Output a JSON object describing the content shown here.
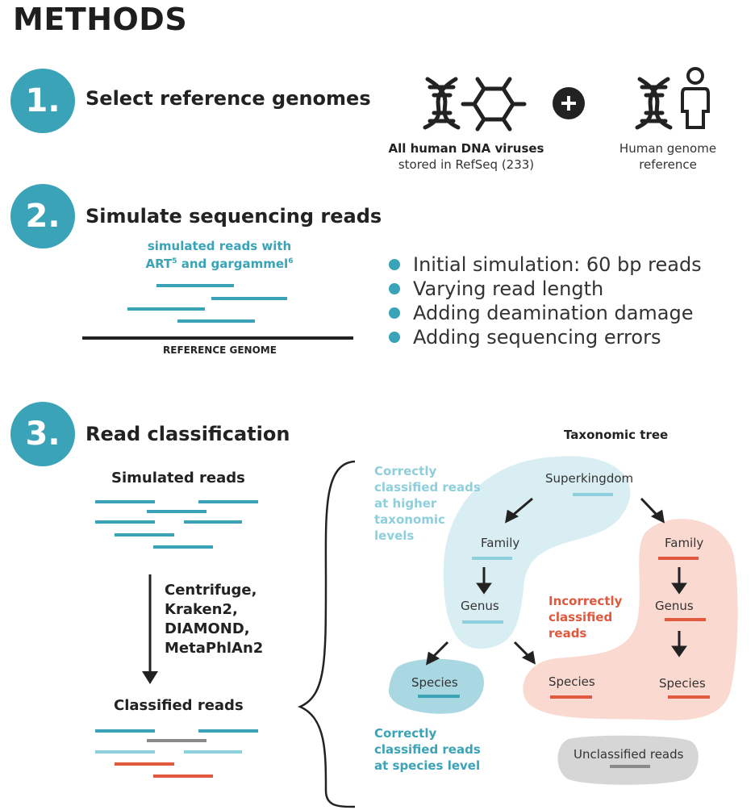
{
  "title": "METHODS",
  "step1": {
    "number": "1.",
    "title": "Select reference genomes",
    "viruses_bold": "All human DNA viruses",
    "viruses_rest": "stored in RefSeq (233)",
    "human_line1": "Human genome",
    "human_line2": "reference",
    "plus": "+"
  },
  "step2": {
    "number": "2.",
    "title": "Simulate sequencing reads",
    "sim_line1": "simulated reads with",
    "sim_art": "ART",
    "sim_art_sup": "5",
    "sim_and": " and gargammel",
    "sim_garg_sup": "6",
    "reference_label": "REFERENCE GENOME",
    "bullets": [
      "Initial simulation: 60 bp reads",
      "Varying read length",
      "Adding deamination damage",
      "Adding sequencing errors"
    ]
  },
  "step3": {
    "number": "3.",
    "title": "Read classification",
    "simulated_reads": "Simulated reads",
    "tools": [
      "Centrifuge,",
      "Kraken2,",
      "DIAMOND,",
      "MetaPhlAn2"
    ],
    "classified_reads": "Classified reads",
    "tree_title": "Taxonomic tree",
    "correct_higher": [
      "Correctly",
      "classified reads",
      "at higher",
      "taxonomic",
      "levels"
    ],
    "correct_species": [
      "Correctly",
      "classified reads",
      "at species level"
    ],
    "incorrect": [
      "Incorrectly",
      "classified",
      "reads"
    ],
    "nodes": {
      "superkingdom": "Superkingdom",
      "family_left": "Family",
      "genus_left": "Genus",
      "species_left": "Species",
      "family_right": "Family",
      "genus_right": "Genus",
      "species_mid": "Species",
      "species_right": "Species",
      "unclassified": "Unclassified reads"
    }
  },
  "colors": {
    "teal": "#3aa3b8",
    "light_teal": "#8ecfdc",
    "teal_region": "#d9eef3",
    "species_region": "#a9d7e2",
    "red": "#e0583d",
    "red_region": "#f9d9d0",
    "gray": "#8a8a8a",
    "gray_region": "#d6d6d6"
  }
}
